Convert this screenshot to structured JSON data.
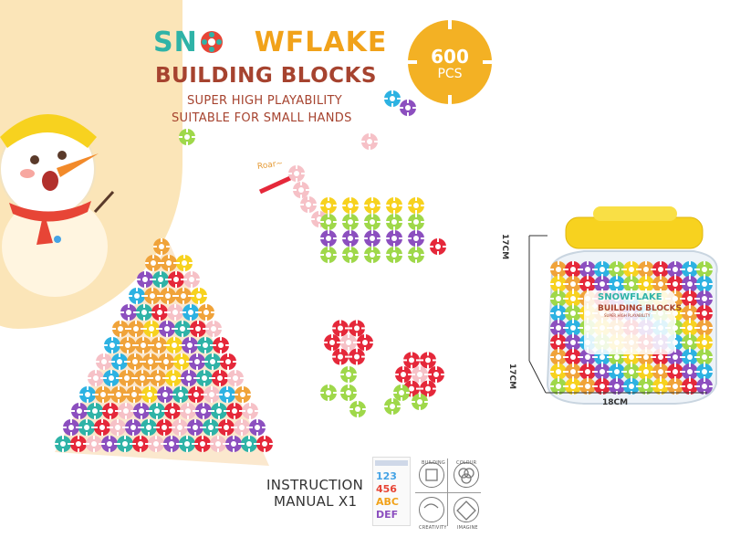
{
  "header": {
    "title_part1": "SN",
    "title_part2": "WFLAKE",
    "subtitle": "BUILDING BLOCKS",
    "tagline_1": "SUPER HIGH PLAYABILITY",
    "tagline_2": "SUITABLE FOR SMALL HANDS"
  },
  "badge": {
    "count": "600",
    "unit": "PCS",
    "color": "#f3b124"
  },
  "illustration": {
    "roar_text": "Roar~"
  },
  "dimensions": {
    "height": "17CM",
    "depth": "17CM",
    "width": "18CM"
  },
  "jar": {
    "label_title": "SNOWFLAKE",
    "label_subtitle": "BUILDING BLOCKS",
    "label_tagline": "SUPER HIGH PLAYABILITY",
    "lid_color": "#f7d21f"
  },
  "manual": {
    "line1": "INSTRUCTION",
    "line2": "MANUAL X1",
    "booklet_row1": "123",
    "booklet_row2": "456",
    "booklet_row3": "ABC",
    "booklet_row4": "DEF"
  },
  "features": [
    {
      "label": "BUILDING",
      "icon": "cube-icon"
    },
    {
      "label": "COLOUR",
      "icon": "color-circles-icon"
    },
    {
      "label": "CREATIVITY",
      "icon": "chain-icon"
    },
    {
      "label": "IMAGINE",
      "icon": "bulb-icon"
    }
  ],
  "colors": {
    "teal": "#2fb3a7",
    "orange": "#f1a21a",
    "brown": "#a6432f",
    "cream": "#fbe2b0"
  }
}
